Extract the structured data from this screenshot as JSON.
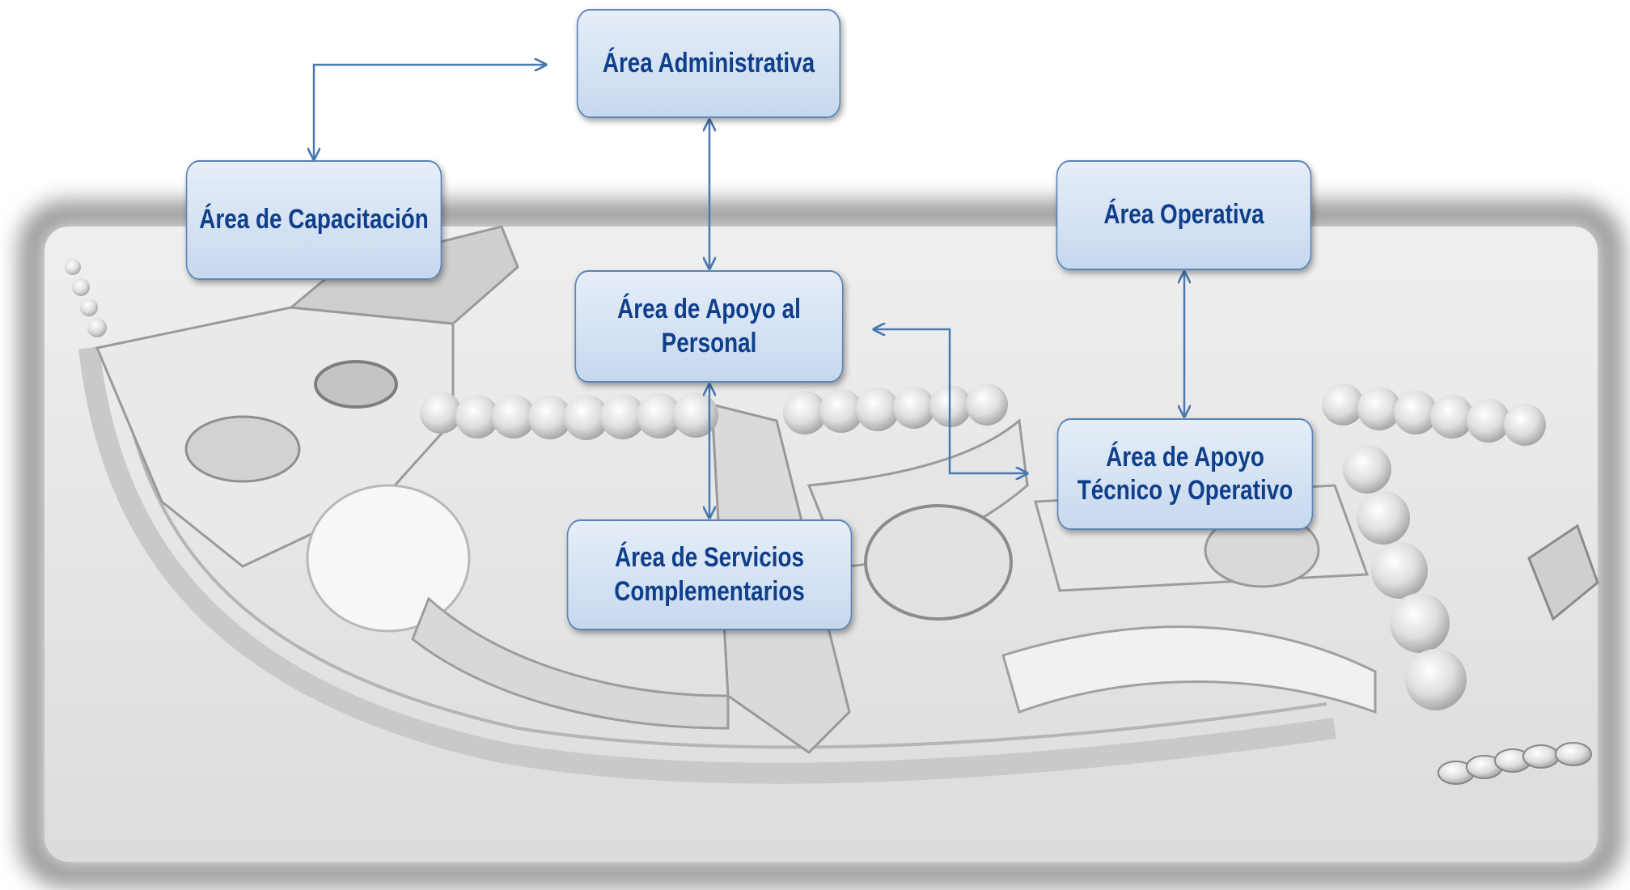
{
  "nodes": {
    "administrativa": "Área Administrativa",
    "capacitacion": "Área de Capacitación",
    "operativa": "Área Operativa",
    "apoyo_personal": "Área de Apoyo al Personal",
    "apoyo_tecnico": "Área de Apoyo Técnico y Operativo",
    "servicios": "Área de Servicios Complementarios"
  },
  "colors": {
    "node_text": "#0f3f8a",
    "node_border": "#5b84b8",
    "node_fill": "#d4e2f3",
    "connector": "#4a78b0",
    "background": "#ffffff",
    "render_shades": "#e6e6e6"
  },
  "background_image": "architectural-site-rendering",
  "connections": [
    {
      "from": "capacitacion",
      "to": "administrativa",
      "arrows": "both"
    },
    {
      "from": "administrativa",
      "to": "apoyo_personal",
      "arrows": "both"
    },
    {
      "from": "apoyo_personal",
      "to": "servicios",
      "arrows": "both"
    },
    {
      "from": "operativa",
      "to": "apoyo_tecnico",
      "arrows": "both"
    },
    {
      "from": "apoyo_tecnico",
      "to": "apoyo_personal",
      "arrows": "both"
    }
  ]
}
